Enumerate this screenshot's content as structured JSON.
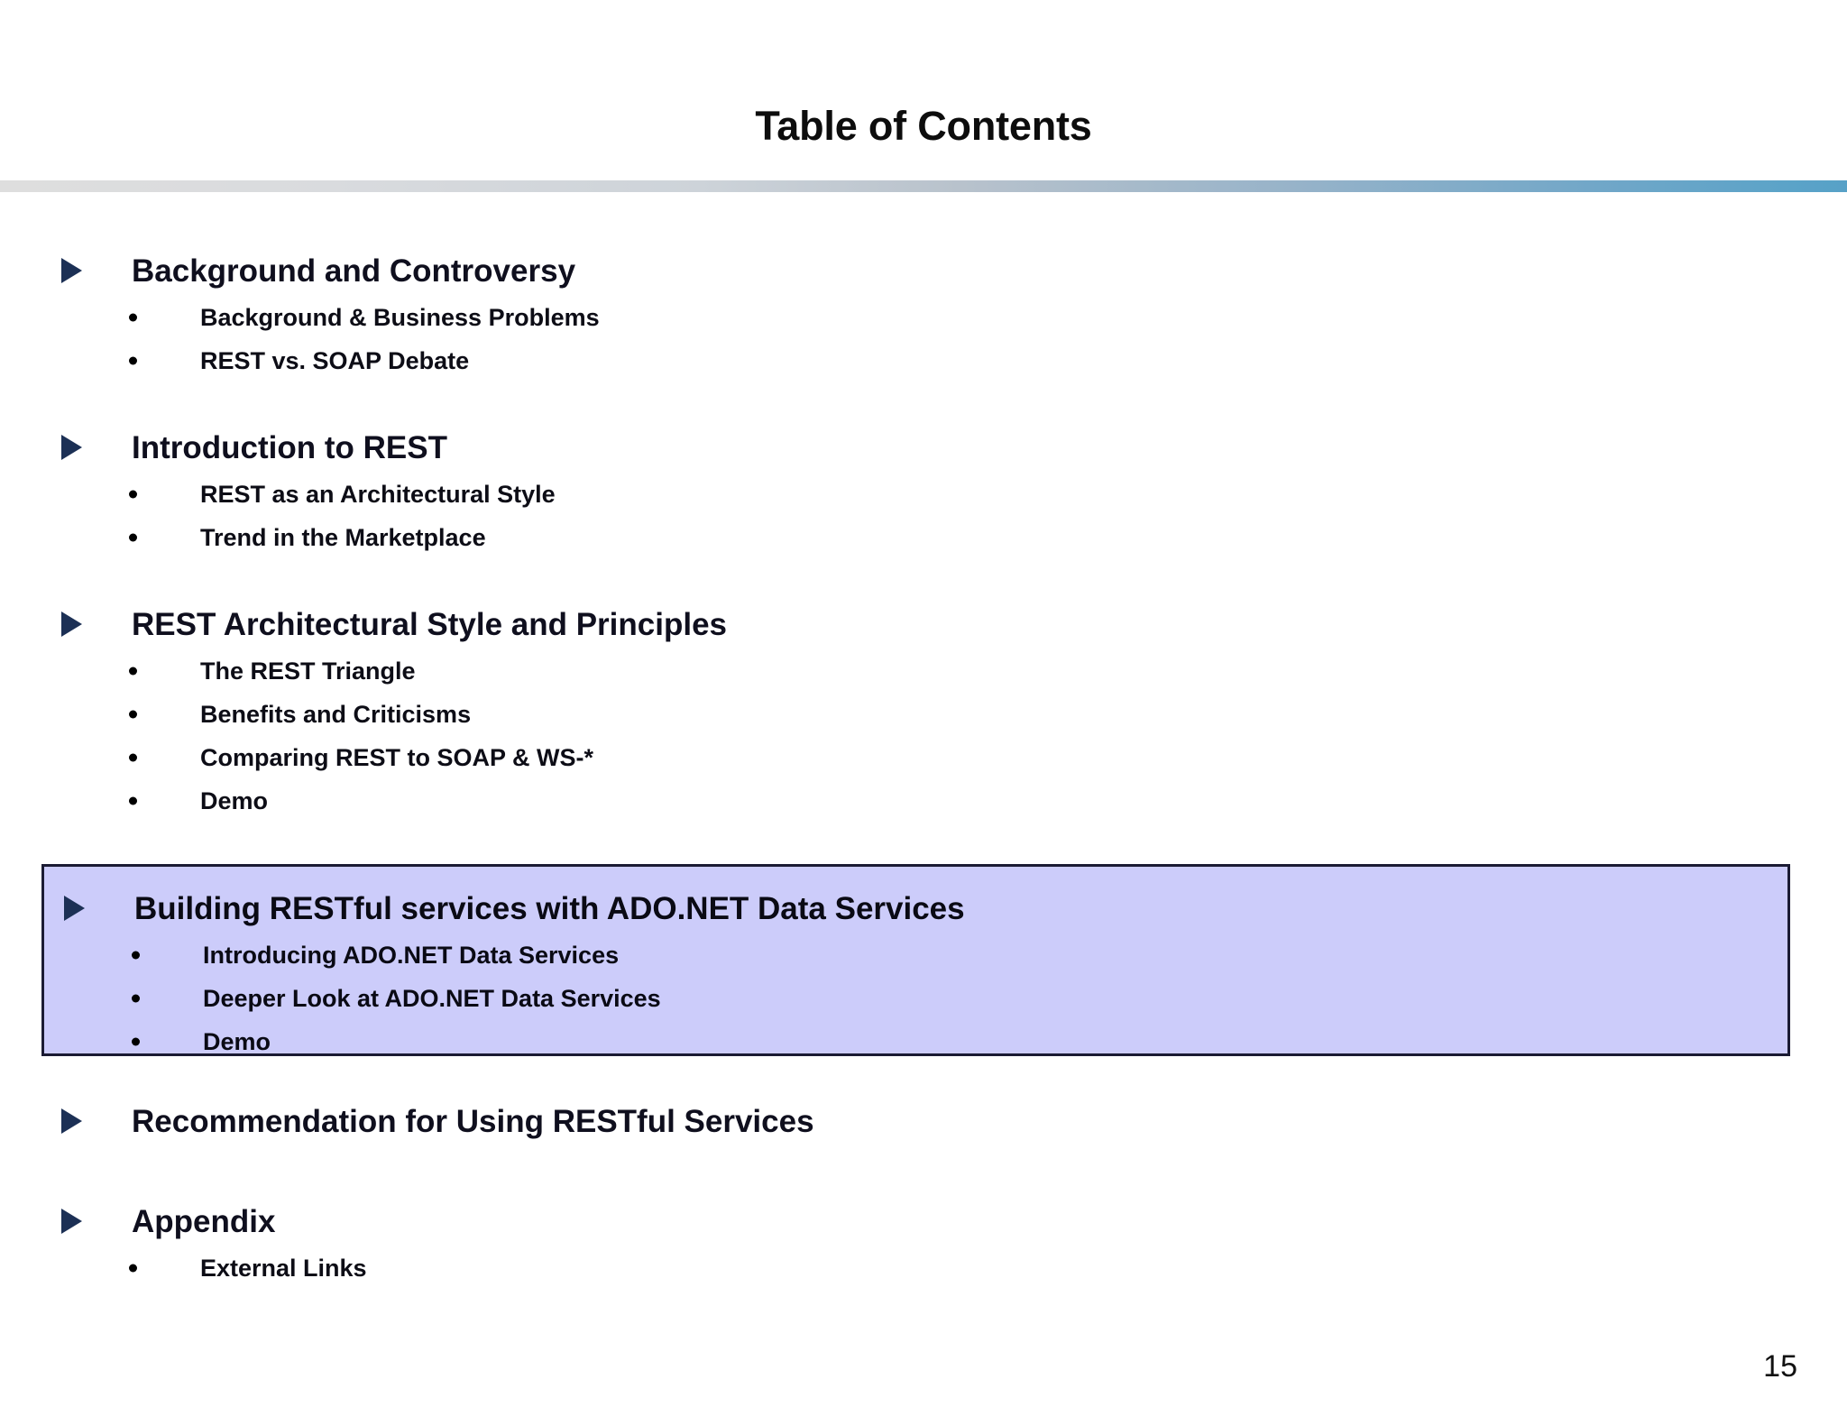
{
  "slide": {
    "title": "Table of Contents",
    "page_number": "15",
    "accent_gradient_start": "#dedede",
    "accent_gradient_end": "#57a1c7",
    "highlight_fill": "#ccccfa",
    "highlight_border": "#1b1b33",
    "arrow_bullet_color": "#1c3055",
    "text_color": "#0f0f1e"
  },
  "sections": [
    {
      "heading": "Background and Controversy",
      "highlighted": false,
      "items": [
        "Background & Business Problems",
        "REST vs. SOAP Debate"
      ]
    },
    {
      "heading": "Introduction to REST",
      "highlighted": false,
      "items": [
        "REST as an Architectural Style",
        "Trend in the Marketplace"
      ]
    },
    {
      "heading": "REST Architectural Style and Principles",
      "highlighted": false,
      "items": [
        "The REST Triangle",
        "Benefits and Criticisms",
        "Comparing REST to SOAP & WS-*",
        "Demo"
      ]
    },
    {
      "heading": "Building RESTful services with ADO.NET Data Services",
      "highlighted": true,
      "items": [
        "Introducing ADO.NET Data Services",
        "Deeper Look at ADO.NET Data Services",
        "Demo"
      ]
    },
    {
      "heading": "Recommendation for Using RESTful Services",
      "highlighted": false,
      "items": []
    },
    {
      "heading": "Appendix",
      "highlighted": false,
      "items": [
        "External Links"
      ]
    }
  ]
}
